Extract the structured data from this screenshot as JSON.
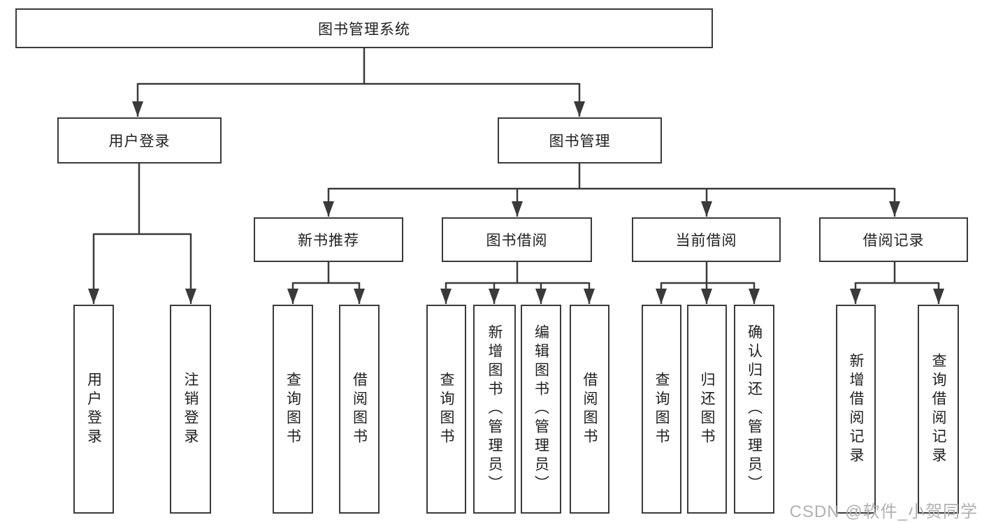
{
  "diagram": {
    "watermark": "CSDN @软件_小贺同学",
    "colors": {
      "line": "#3a3a3a",
      "box_border": "#3a3a3a",
      "box_background": "#ffffff",
      "text": "#1f1f1f",
      "watermark_text": "#b0b0b0"
    },
    "tree": {
      "label": "图书管理系统",
      "children": [
        {
          "label": "用户登录",
          "children": [
            {
              "label": "用户登录"
            },
            {
              "label": "注销登录"
            }
          ]
        },
        {
          "label": "图书管理",
          "children": [
            {
              "label": "新书推荐",
              "children": [
                {
                  "label": "查询图书"
                },
                {
                  "label": "借阅图书"
                }
              ]
            },
            {
              "label": "图书借阅",
              "children": [
                {
                  "label": "查询图书"
                },
                {
                  "label": "新增图书（管理员）"
                },
                {
                  "label": "编辑图书（管理员）"
                },
                {
                  "label": "借阅图书"
                }
              ]
            },
            {
              "label": "当前借阅",
              "children": [
                {
                  "label": "查询图书"
                },
                {
                  "label": "归还图书"
                },
                {
                  "label": "确认归还（管理员）"
                }
              ]
            },
            {
              "label": "借阅记录",
              "children": [
                {
                  "label": "新增借阅记录"
                },
                {
                  "label": "查询借阅记录"
                }
              ]
            }
          ]
        }
      ]
    }
  }
}
